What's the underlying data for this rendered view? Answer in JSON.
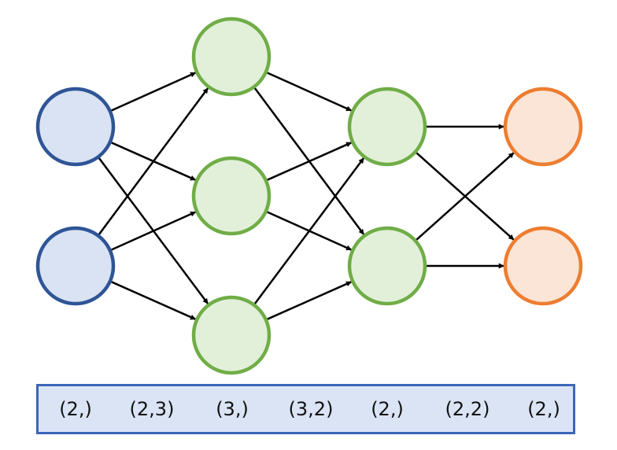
{
  "colors": {
    "input_fill": "#dae3f3",
    "input_stroke": "#2f5597",
    "hidden_fill": "#e2f0d9",
    "hidden_stroke": "#70ad47",
    "output_fill": "#fbe5d6",
    "output_stroke": "#ed7d31",
    "edge": "#000000",
    "box_fill": "#dbe4f5",
    "box_stroke": "#3c66b8"
  },
  "layers": [
    {
      "role": "input",
      "nodes": 2
    },
    {
      "role": "hidden",
      "nodes": 3
    },
    {
      "role": "hidden",
      "nodes": 2
    },
    {
      "role": "output",
      "nodes": 2
    }
  ],
  "shape_labels": [
    "(2,)",
    "(2,3)",
    "(3,)",
    "(3,2)",
    "(2,)",
    "(2,2)",
    "(2,)"
  ]
}
